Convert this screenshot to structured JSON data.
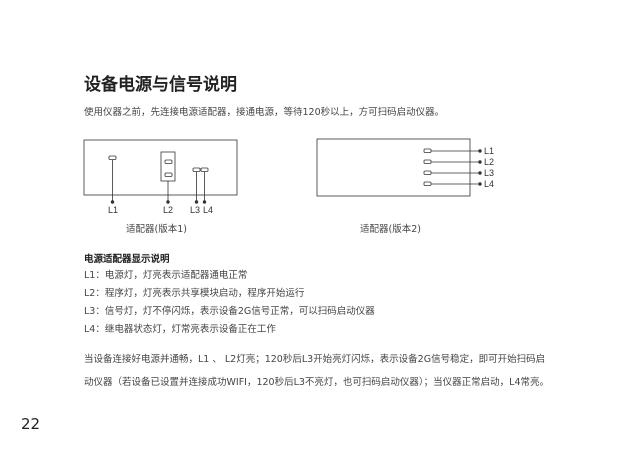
{
  "title": "设备电源与信号说明",
  "intro": "使用仪器之前，先连接电源适配器，接通电源，等待120秒以上，方可扫码启动仪器。",
  "diagram1": {
    "labels": [
      "L1",
      "L2",
      "L3",
      "L4"
    ],
    "caption": "适配器(版本1)"
  },
  "diagram2": {
    "labels": [
      "L1",
      "L2",
      "L3",
      "L4"
    ],
    "caption": "适配器(版本2)"
  },
  "section": {
    "heading": "电源适配器显示说明",
    "items": [
      "L1：电源灯，灯亮表示适配器通电正常",
      "L2：程序灯，灯亮表示共享模块启动，程序开始运行",
      "L3：信号灯，灯不停闪烁，表示设备2G信号正常，可以扫码启动仪器",
      "L4：继电器状态灯，灯常亮表示设备正在工作"
    ]
  },
  "paragraph": "当设备连接好电源并通畅，L1 、 L2灯亮；120秒后L3开始亮灯闪烁，表示设备2G信号稳定，即可开始扫码启动仪器（若设备已设置并连接成功WIFI，120秒后L3不亮灯，也可扫码启动仪器）；当仪器正常启动，L4常亮。",
  "page_number": "22"
}
